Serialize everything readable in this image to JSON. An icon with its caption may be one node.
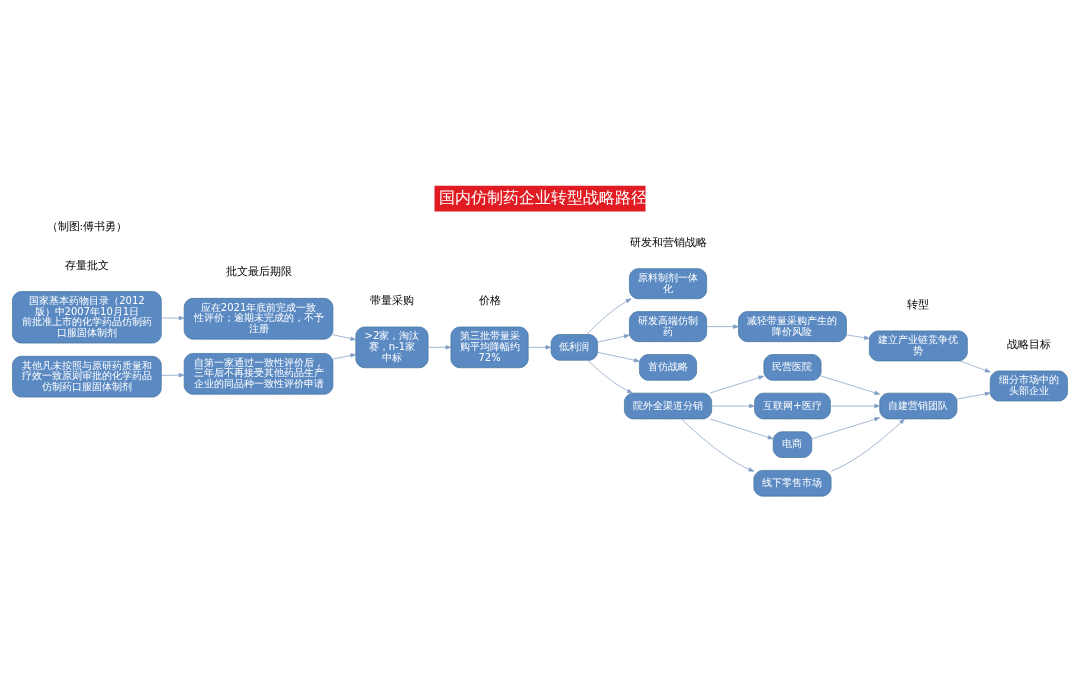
{
  "diagram": {
    "title": "国内仿制药企业转型战略路径",
    "caption": "（制图:傅书勇）",
    "nodes": [
      {
        "text": [
          "国家基本药物目录（2012版）中2007年10月1日前批准上市的化学药品仿制药口服固体制剂"
        ]
      },
      {
        "text": [
          "其他凡未按照与原研药质量和疗效一致原则审批的化学药品仿制药口服固体制剂"
        ]
      },
      {
        "text": [
          "应在2021年底前完成一致性评价；逾期未完成的，不予注册"
        ]
      },
      {
        "text": [
          "自第一家通过一致性评价后，三年后不再接受其他药品生产企业的同品种一致性评价申请"
        ]
      },
      {
        "text": [
          ">2家，淘汰赛，n-1家中标"
        ]
      },
      {
        "text": [
          "第三批带量采购平均降幅约72%"
        ]
      },
      {
        "text": [
          "原料制剂一体化"
        ]
      },
      {
        "text": [
          "研发高端仿制药"
        ]
      },
      {
        "text": [
          "首仿战略"
        ]
      },
      {
        "text": [
          "院外全渠道分销"
        ]
      },
      {
        "text": [
          "低利润"
        ]
      },
      {
        "text": [
          "减轻带量采购产生的降价风险"
        ]
      },
      {
        "text": [
          "建立产业链竞争优势"
        ]
      },
      {
        "text": [
          "民营医院"
        ]
      },
      {
        "text": [
          "互联网+医疗"
        ]
      },
      {
        "text": [
          "电商"
        ]
      },
      {
        "text": [
          "线下零售市场"
        ]
      },
      {
        "text": [
          "自建营销团队"
        ]
      },
      {
        "text": [
          "细分市场中的头部企业"
        ]
      }
    ],
    "edges": [
      {
        "from": 0,
        "to": 2,
        "arrow": "to"
      },
      {
        "from": 1,
        "to": 3,
        "arrow": "to"
      },
      {
        "from": 2,
        "to": 4,
        "arrow": "to"
      },
      {
        "from": 3,
        "to": 4,
        "arrow": "to"
      },
      {
        "from": 4,
        "to": 5,
        "arrow": "to"
      },
      {
        "from": 5,
        "to": 10,
        "arrow": "to"
      },
      {
        "from": 10,
        "to": 6,
        "arrow": "to"
      },
      {
        "from": 10,
        "to": 7,
        "arrow": "to"
      },
      {
        "from": 10,
        "to": 8,
        "arrow": "to"
      },
      {
        "from": 10,
        "to": 9,
        "arrow": "to"
      },
      {
        "from": 7,
        "to": 11,
        "arrow": "to"
      },
      {
        "from": 11,
        "to": 12,
        "arrow": "to"
      },
      {
        "from": 9,
        "to": 13,
        "arrow": "to"
      },
      {
        "from": 9,
        "to": 14,
        "arrow": "to"
      },
      {
        "from": 9,
        "to": 15,
        "arrow": "to"
      },
      {
        "from": 9,
        "to": 16,
        "arrow": "to"
      },
      {
        "from": 13,
        "to": 17,
        "arrow": "to"
      },
      {
        "from": 14,
        "to": 17,
        "arrow": "to"
      },
      {
        "from": 15,
        "to": 17,
        "arrow": "to"
      },
      {
        "from": 16,
        "to": 17,
        "arrow": "to"
      },
      {
        "from": 12,
        "to": 18,
        "arrow": "to"
      },
      {
        "from": 17,
        "to": 18,
        "arrow": "to"
      }
    ],
    "labels": [
      "存量批文",
      "批文最后期限",
      "带量采购",
      "价格",
      "战略目标",
      "转型",
      "研发和营销战略"
    ]
  }
}
